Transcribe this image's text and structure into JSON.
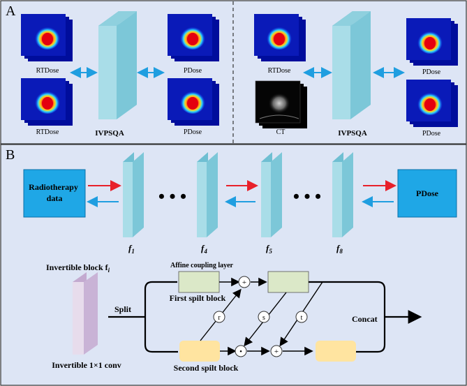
{
  "panel_a": {
    "label": "A",
    "left": {
      "input_top_label": "RTDose",
      "input_bottom_label": "RTDose",
      "model_label": "IVPSQA",
      "output_top_label": "PDose",
      "output_bottom_label": "PDose"
    },
    "right": {
      "input_top_label": "RTDose",
      "input_bottom_label": "CT",
      "model_label": "IVPSQA",
      "output_top_label": "PDose",
      "output_bottom_label": "PDose"
    }
  },
  "panel_b": {
    "label": "B",
    "input_box": "Radiotherapy\ndata",
    "output_box": "PDose",
    "ellipsis": "• • •",
    "flows": [
      {
        "base": "f",
        "sub": "1"
      },
      {
        "base": "f",
        "sub": "4"
      },
      {
        "base": "f",
        "sub": "5"
      },
      {
        "base": "f",
        "sub": "8"
      }
    ],
    "block_title_base": "Invertible block f",
    "block_title_sub": "i",
    "conv_label": "Invertible 1×1 conv",
    "split_label": "Split",
    "concat_label": "Concat",
    "affine_label": "Affine coupling layer",
    "first_split_label": "First spilt block",
    "second_split_label": "Second spilt block",
    "ops": {
      "plus": "+",
      "dot": "•",
      "r": "r",
      "s": "s",
      "t": "t"
    }
  },
  "colors": {
    "panel_bg": "#dde5f5",
    "flow_front": "#a9dde8",
    "flow_side": "#6fbfd2",
    "io_box": "#1fa7e6",
    "forward_arrow": "#e8202a",
    "backward_arrow": "#1f9ee0",
    "affine_box": "#dbe8c8",
    "second_box": "#ffe4a0",
    "conv_front": "#e7dcec",
    "conv_side": "#c3aad0"
  }
}
